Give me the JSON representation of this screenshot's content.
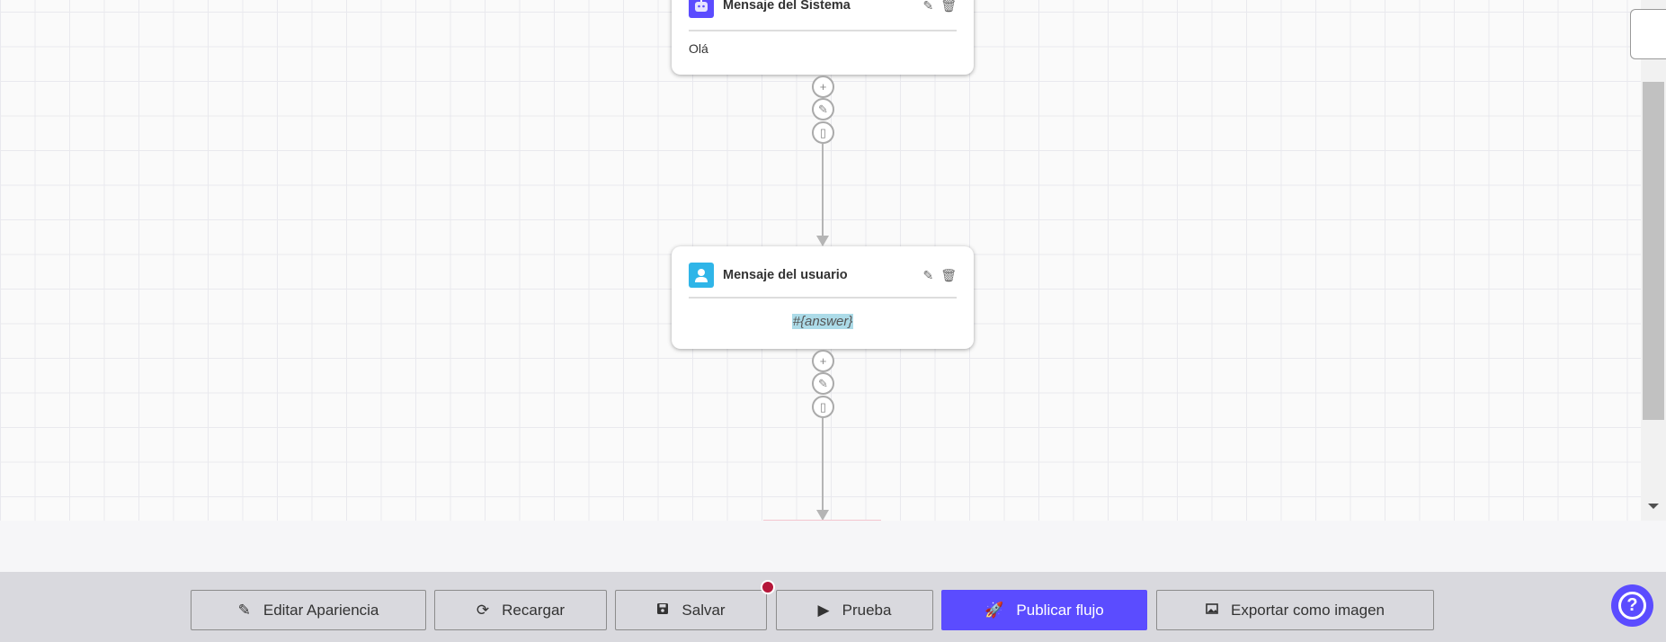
{
  "nodes": [
    {
      "title": "Mensaje del Sistema",
      "type": "system",
      "icon": "robot-icon",
      "color": "#5b4cff",
      "body": "Olá"
    },
    {
      "title": "Mensaje del usuario",
      "type": "user",
      "icon": "user-icon",
      "color": "#2fb5e8",
      "body": "#{answer}"
    }
  ],
  "connector_actions": {
    "add": "plus-icon",
    "edit": "pencil-icon",
    "delete": "trash-icon"
  },
  "toolbar": {
    "edit_appearance": "Editar Apariencia",
    "reload": "Recargar",
    "save": "Salvar",
    "test": "Prueba",
    "publish": "Publicar flujo",
    "export": "Exportar como imagen",
    "unsaved_indicator_color": "#b5173a",
    "accent": "#5b4cff"
  },
  "help": {
    "icon": "question-icon"
  }
}
